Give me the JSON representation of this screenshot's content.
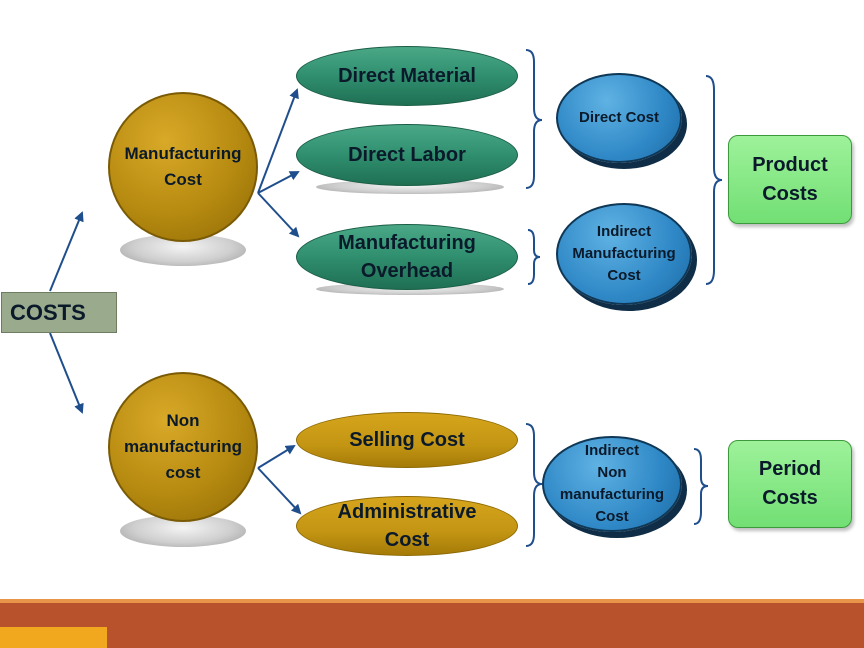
{
  "root": {
    "label": "COSTS"
  },
  "manufacturing": {
    "label": "Manufacturing\nCost",
    "items": [
      {
        "id": "direct-material",
        "label": "Direct Material"
      },
      {
        "id": "direct-labor",
        "label": "Direct Labor"
      },
      {
        "id": "manufacturing-overhead",
        "label": "Manufacturing\nOverhead"
      }
    ],
    "groups": [
      {
        "id": "direct-cost",
        "label": "Direct Cost"
      },
      {
        "id": "indirect-manufacturing-cost",
        "label": "Indirect\nManufacturing\nCost"
      }
    ],
    "result": {
      "label": "Product\nCosts"
    }
  },
  "non_manufacturing": {
    "label": "Non\nmanufacturing\ncost",
    "items": [
      {
        "id": "selling-cost",
        "label": "Selling Cost"
      },
      {
        "id": "administrative-cost",
        "label": "Administrative\nCost"
      }
    ],
    "groups": [
      {
        "id": "indirect-non-manufacturing-cost",
        "label": "Indirect\nNon\nmanufacturing\nCost"
      }
    ],
    "result": {
      "label": "Period\nCosts"
    }
  },
  "colors": {
    "arrow": "#1f4e8c",
    "gold": "#b68a10",
    "green_oval": "#2f8f6e",
    "blue_oval": "#2f88c6",
    "green_box": "#7be57c",
    "footer": "#b8522c",
    "footer_accent": "#f2a81e"
  }
}
